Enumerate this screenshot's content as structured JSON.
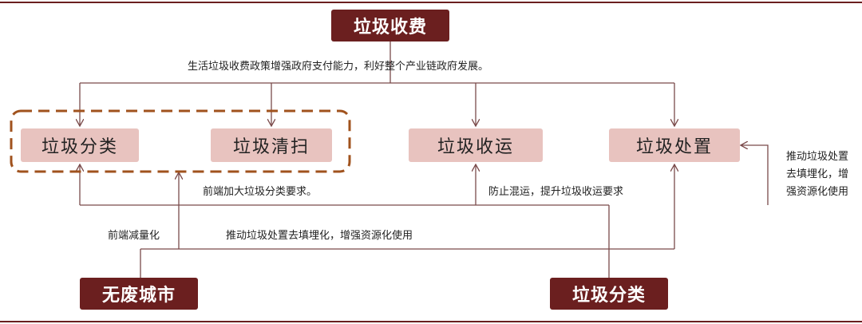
{
  "nodes": {
    "top": "垃圾收费",
    "sort": "垃圾分类",
    "sweep": "垃圾清扫",
    "transport": "垃圾收运",
    "disposal": "垃圾处置",
    "zero_waste": "无废城市",
    "classification": "垃圾分类"
  },
  "labels": {
    "top_note": "生活垃圾收费政策增强政府支付能力，利好整个产业链政府发展。",
    "front_sort": "前端加大垃圾分类要求。",
    "prevent_mix": "防止混运，提升垃圾收运要求",
    "front_reduce": "前端减量化",
    "disposal_push": "推动垃圾处置去填埋化，增强资源化使用",
    "side_line1": "推动垃圾处置",
    "side_line2": "去填埋化，增",
    "side_line3": "强资源化使用"
  },
  "colors": {
    "dark": "#6b1f1f",
    "pink": "#e8c3bf",
    "line": "#7a4a4a",
    "dash": "#a0521d"
  }
}
